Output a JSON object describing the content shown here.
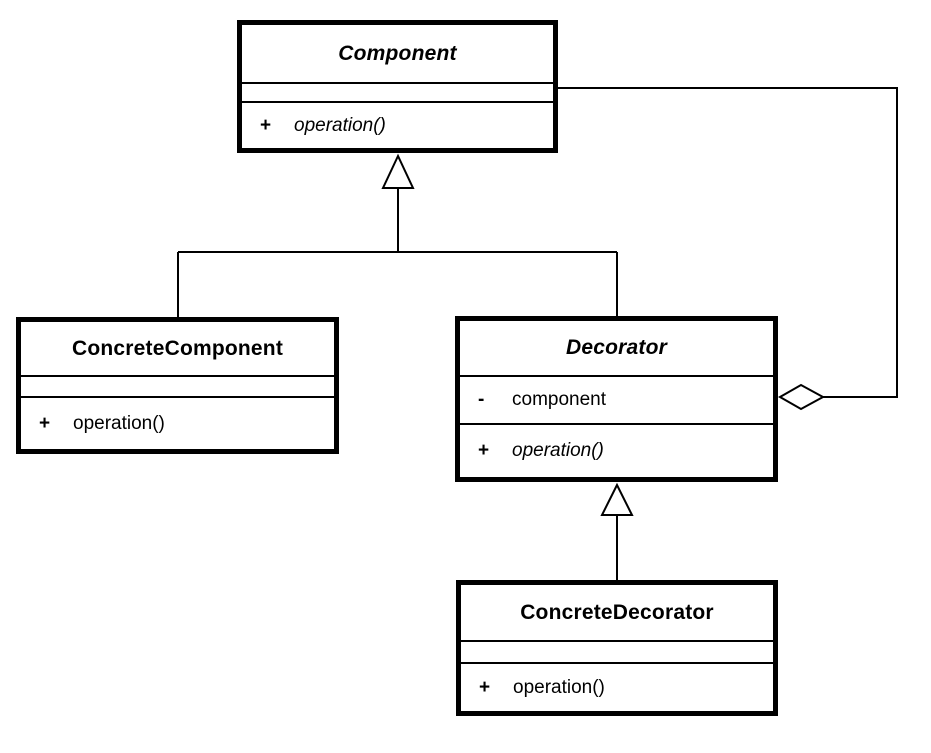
{
  "diagram": {
    "kind": "uml-class-diagram",
    "pattern": "Decorator",
    "colors": {
      "line": "#000000",
      "box_border": "#000000",
      "box_fill": "#ffffff",
      "background": "#ffffff",
      "text": "#000000"
    },
    "classes": {
      "component": {
        "name": "Component",
        "abstract": true,
        "attributes": [],
        "operations": [
          {
            "visibility": "+",
            "signature": "operation()",
            "abstract": true
          }
        ]
      },
      "concrete_component": {
        "name": "ConcreteComponent",
        "abstract": false,
        "attributes": [],
        "operations": [
          {
            "visibility": "+",
            "signature": "operation()",
            "abstract": false
          }
        ]
      },
      "decorator": {
        "name": "Decorator",
        "abstract": true,
        "attributes": [
          {
            "visibility": "-",
            "name": "component"
          }
        ],
        "operations": [
          {
            "visibility": "+",
            "signature": "operation()",
            "abstract": true
          }
        ]
      },
      "concrete_decorator": {
        "name": "ConcreteDecorator",
        "abstract": false,
        "attributes": [],
        "operations": [
          {
            "visibility": "+",
            "signature": "operation()",
            "abstract": false
          }
        ]
      }
    },
    "relationships": [
      {
        "type": "generalization",
        "from": "ConcreteComponent",
        "to": "Component",
        "marker": "hollow-triangle"
      },
      {
        "type": "generalization",
        "from": "Decorator",
        "to": "Component",
        "marker": "hollow-triangle"
      },
      {
        "type": "generalization",
        "from": "ConcreteDecorator",
        "to": "Decorator",
        "marker": "hollow-triangle"
      },
      {
        "type": "aggregation",
        "from": "Decorator",
        "to": "Component",
        "marker": "hollow-diamond"
      }
    ]
  }
}
